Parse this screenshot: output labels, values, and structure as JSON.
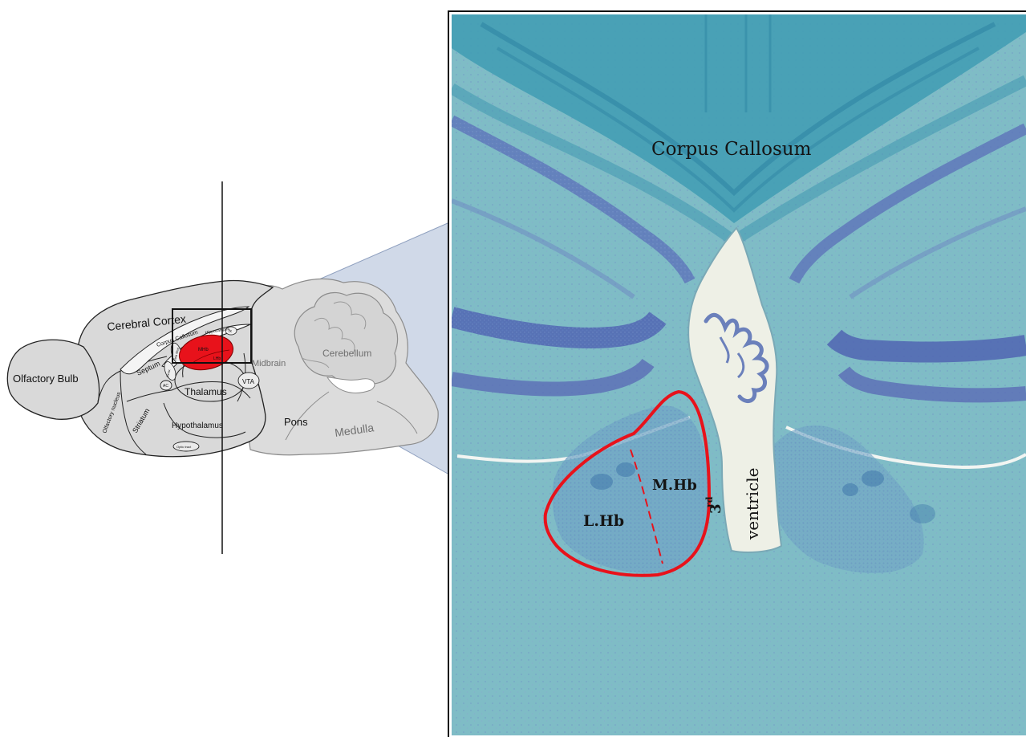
{
  "schematic": {
    "olfactory_bulb": "Olfactory Bulb",
    "cerebral_cortex": "Cerebral Cortex",
    "corpus_callosum": "Corpus Callosum",
    "hippocampus": "Hippocampus",
    "mhb": "MHb",
    "lhb": "LHb",
    "fx": "fx",
    "septum": "Septum",
    "olfactory_nucleus": "Olfactory nucleus",
    "striatum": "Striatum",
    "ac": "AC",
    "fornix": "fornix",
    "stria": "Stria Med",
    "thalamus": "Thalamus",
    "hypothalamus": "Hypothalamus",
    "optic_tract": "Optic tract",
    "vta": "VTA",
    "midbrain": "Midbrain",
    "cerebellum": "Cerebellum",
    "pons": "Pons",
    "medulla": "Medulla"
  },
  "histology": {
    "corpus_callosum": "Corpus Callosum",
    "lhb": "L.Hb",
    "mhb": "M.Hb",
    "third_num": "3",
    "third_sup": "rd",
    "ventricle": "ventricle"
  },
  "colors": {
    "brain_fill": "#d9d9d9",
    "habenula_red": "#e8121b",
    "tissue_blue": "#7fbcc6",
    "projection_fill": "#c8d2e4",
    "outline": "#222222"
  }
}
